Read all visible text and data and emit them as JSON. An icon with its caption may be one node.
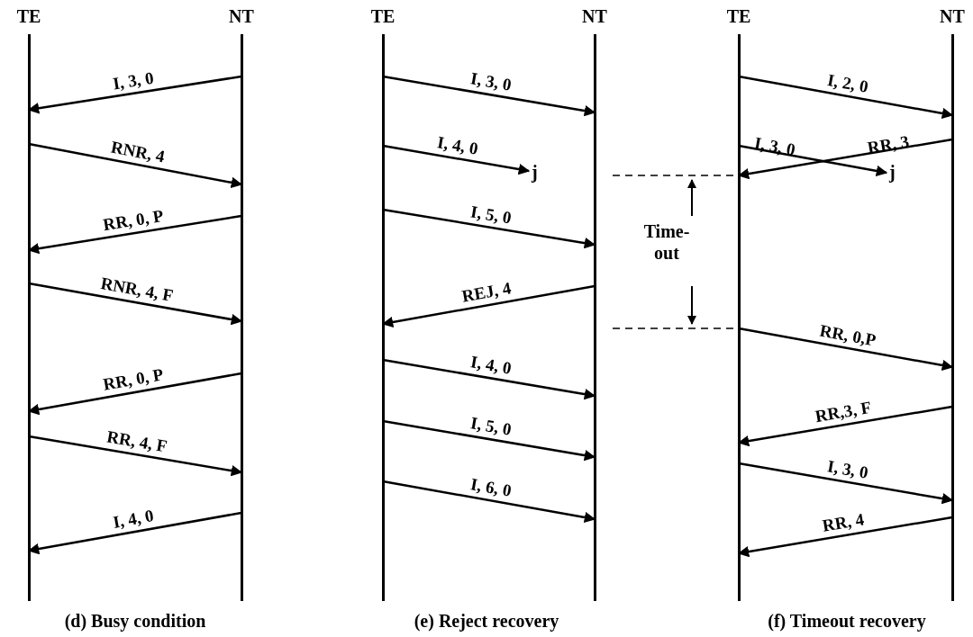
{
  "diagram": {
    "nodes": [
      {
        "text": [
          "TE"
        ]
      },
      {
        "text": [
          "NT"
        ]
      },
      {
        "text": [
          "TE"
        ]
      },
      {
        "text": [
          "NT"
        ]
      },
      {
        "text": [
          "j"
        ]
      },
      {
        "text": [
          "TE"
        ]
      },
      {
        "text": [
          "NT"
        ]
      },
      {
        "text": [
          "j"
        ]
      }
    ],
    "edges": [
      {
        "from": 1,
        "to": 0,
        "arrow": "to",
        "label": "I, 3, 0"
      },
      {
        "from": 0,
        "to": 1,
        "arrow": "to",
        "label": "RNR, 4"
      },
      {
        "from": 1,
        "to": 0,
        "arrow": "to",
        "label": "RR, 0, P"
      },
      {
        "from": 0,
        "to": 1,
        "arrow": "to",
        "label": "RNR, 4, F"
      },
      {
        "from": 1,
        "to": 0,
        "arrow": "to",
        "label": "RR, 0, P"
      },
      {
        "from": 0,
        "to": 1,
        "arrow": "to",
        "label": "RR, 4, F"
      },
      {
        "from": 1,
        "to": 0,
        "arrow": "to",
        "label": "I, 4, 0"
      },
      {
        "from": 2,
        "to": 3,
        "arrow": "to",
        "label": "I, 3, 0"
      },
      {
        "from": 2,
        "to": 4,
        "arrow": "to",
        "label": "I, 4, 0"
      },
      {
        "from": 2,
        "to": 3,
        "arrow": "to",
        "label": "I, 5, 0"
      },
      {
        "from": 3,
        "to": 2,
        "arrow": "to",
        "label": "REJ, 4"
      },
      {
        "from": 2,
        "to": 3,
        "arrow": "to",
        "label": "I, 4, 0"
      },
      {
        "from": 2,
        "to": 3,
        "arrow": "to",
        "label": "I, 5, 0"
      },
      {
        "from": 2,
        "to": 3,
        "arrow": "to",
        "label": "I, 6, 0"
      },
      {
        "from": 5,
        "to": 6,
        "arrow": "to",
        "label": "I, 2, 0"
      },
      {
        "from": 5,
        "to": 7,
        "arrow": "to",
        "label": "I, 3, 0"
      },
      {
        "from": 6,
        "to": 5,
        "arrow": "to",
        "label": "RR, 3"
      },
      {
        "from": 5,
        "to": 6,
        "arrow": "to",
        "label": "RR, 0,P"
      },
      {
        "from": 6,
        "to": 5,
        "arrow": "to",
        "label": "RR,3, F"
      },
      {
        "from": 5,
        "to": 6,
        "arrow": "to",
        "label": "I, 3, 0"
      },
      {
        "from": 6,
        "to": 5,
        "arrow": "to",
        "label": "RR, 4"
      }
    ],
    "labels": [
      "Time-out",
      "(d) Busy condition",
      "(e) Reject recovery",
      "(f) Timeout recovery"
    ]
  }
}
